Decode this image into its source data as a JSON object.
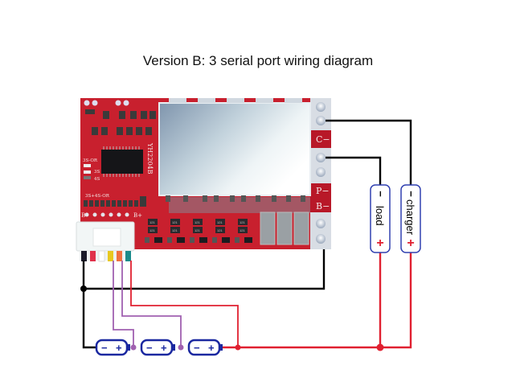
{
  "title": "Version B: 3 serial port wiring diagram",
  "board": {
    "model": "YH2204B",
    "silkscreen": {
      "top_left_label": "3S-OR",
      "mode_3s": "3S",
      "mode_4s": "4S",
      "mode_combo": "3S+4S-OR",
      "b_minus": "B-",
      "b_plus": "B+",
      "mosfet_code": "121"
    },
    "pads": {
      "c_minus": "C−",
      "p_minus": "P−",
      "b_minus": "B−"
    },
    "color": "#c8202e"
  },
  "connector": {
    "wire_colors": [
      "#1a1a2a",
      "#e0304a",
      "#ffffff",
      "#e8c820",
      "#f07040",
      "#1a8a8a"
    ]
  },
  "devices": {
    "load": {
      "label": "load",
      "neg": "−",
      "pos": "+"
    },
    "charger": {
      "label": "charger",
      "neg": "−",
      "pos": "+"
    }
  },
  "cells": [
    {
      "neg": "−",
      "pos": "+"
    },
    {
      "neg": "−",
      "pos": "+"
    },
    {
      "neg": "−",
      "pos": "+"
    }
  ],
  "colors": {
    "negative_wire": "#000000",
    "positive_wire": "#e02030",
    "balance_wire": "#a060b0",
    "outline": "#2030a0",
    "junction_positive": "#e02030",
    "junction_balance": "#a060b0"
  }
}
